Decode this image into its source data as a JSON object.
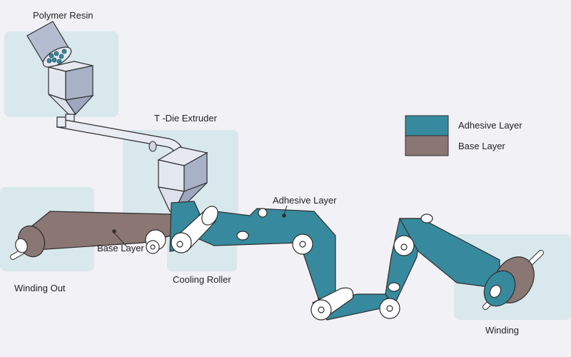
{
  "labels": {
    "polymer_resin": "Polymer Resin",
    "t_die_extruder": "T -Die Extruder",
    "adhesive_layer": "Adhesive Layer",
    "base_layer": "Base Layer",
    "winding_out": "Winding Out",
    "cooling_roller": "Cooling Roller",
    "winding": "Winding"
  },
  "legend": [
    {
      "label": "Adhesive Layer",
      "color": "#378a9e"
    },
    {
      "label": "Base Layer",
      "color": "#8a7672"
    }
  ],
  "colors": {
    "background": "#f2f1f6",
    "panel": "#d8e8ec",
    "adhesive": "#378a9e",
    "base": "#8a7672",
    "hopper": "#b4bccf",
    "roller": "#ffffff",
    "outline": "#2d2d2d"
  }
}
